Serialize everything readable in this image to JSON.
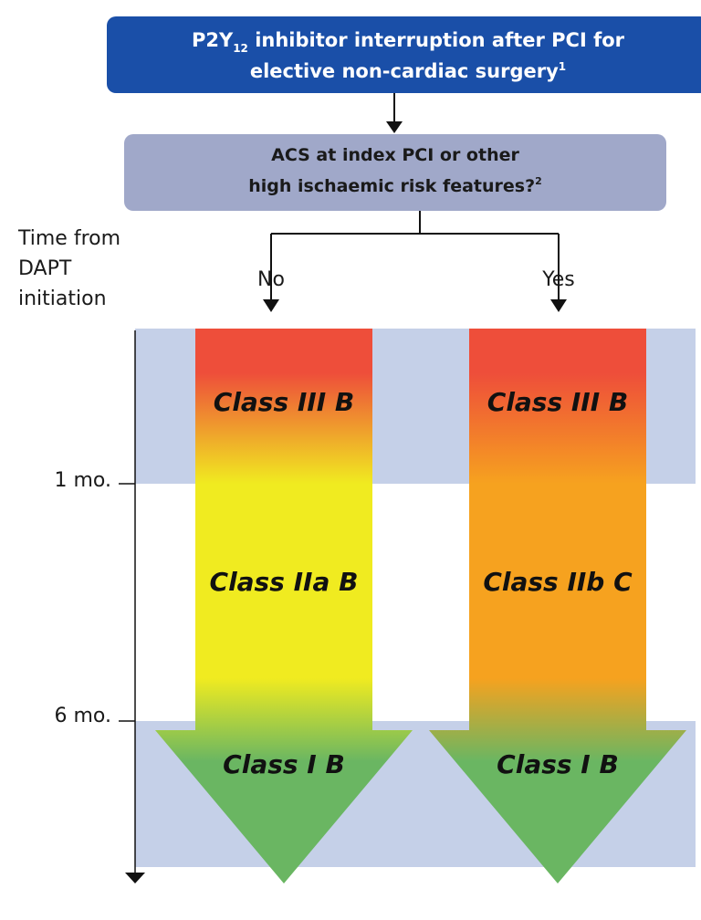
{
  "header": {
    "line1_a": "P2Y",
    "line1_sub": "12",
    "line1_b": " inhibitor interruption after PCI for",
    "line2": "elective non-cardiac surgery",
    "line2_sup": "1"
  },
  "question": {
    "line1": "ACS at index PCI or other",
    "line2": "high ischaemic risk features?",
    "line2_sup": "2"
  },
  "axis": {
    "label_lines": [
      "Time from",
      "DAPT",
      "initiation"
    ],
    "ticks": [
      "1 mo.",
      "6 mo."
    ]
  },
  "branches": {
    "no": {
      "label": "No",
      "classes": [
        "Class III B",
        "Class IIa B",
        "Class I B"
      ]
    },
    "yes": {
      "label": "Yes",
      "classes": [
        "Class III B",
        "Class IIb C",
        "Class I B"
      ]
    }
  },
  "colors": {
    "header_bg": "#1a4fa8",
    "question_bg": "#a0a8c9",
    "band": "#c5d0e8",
    "red": "#ee4e3a",
    "orange": "#f6a21f",
    "yellow": "#f0eb20",
    "green": "#6ab662"
  }
}
